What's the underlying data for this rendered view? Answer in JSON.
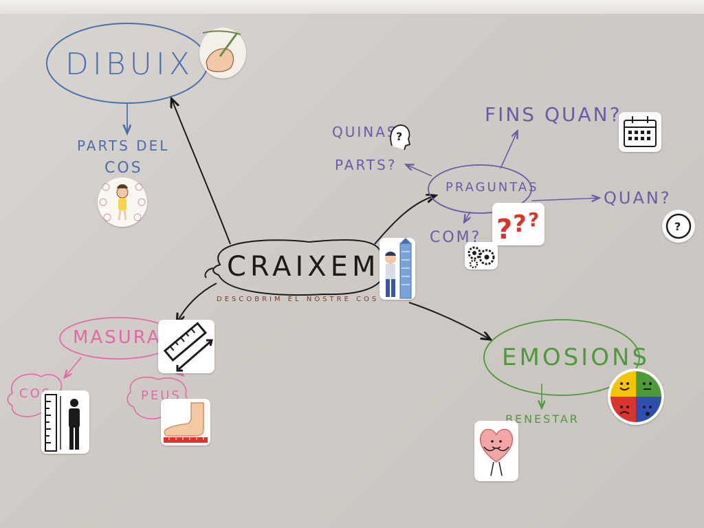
{
  "center": {
    "title": "CRAIXEM",
    "subtitle": "DESCOBRIM EL NOSTRE COS"
  },
  "dibuix": {
    "title": "DIBUIX",
    "child": "PARTS DEL",
    "child2": "COS"
  },
  "preguntas": {
    "title": "PRAGUNTAS",
    "q1": "QUINAS",
    "q1b": "PARTS?",
    "q2": "FINS QUAN?",
    "q3": "QUAN?",
    "q4": "COM?"
  },
  "masura": {
    "title": "MASURA",
    "cos": "COS",
    "peus": "PEUS"
  },
  "emosions": {
    "title": "EMOSIONS",
    "child": "BENESTAR"
  },
  "icons": {
    "drawing": "hand-drawing-icon",
    "body-parts": "body-parts-sticker-icon",
    "child-height": "child-height-chart-icon",
    "question-head": "question-head-icon",
    "calendar": "calendar-icon",
    "clock": "clock-question-icon",
    "question-marks": "red-question-marks-icon",
    "gears": "gears-icon",
    "ruler": "ruler-icon",
    "height-person": "height-person-icon",
    "foot": "foot-measure-icon",
    "emotions-wheel": "emotions-wheel-icon",
    "heart": "heart-character-icon"
  },
  "colors": {
    "blue": "#4a6fb0",
    "purple": "#6a5aa8",
    "pink": "#e06aa8",
    "green": "#4d9a3a",
    "black": "#1a1a1a",
    "brown": "#7a3a24",
    "red": "#d9352c"
  }
}
